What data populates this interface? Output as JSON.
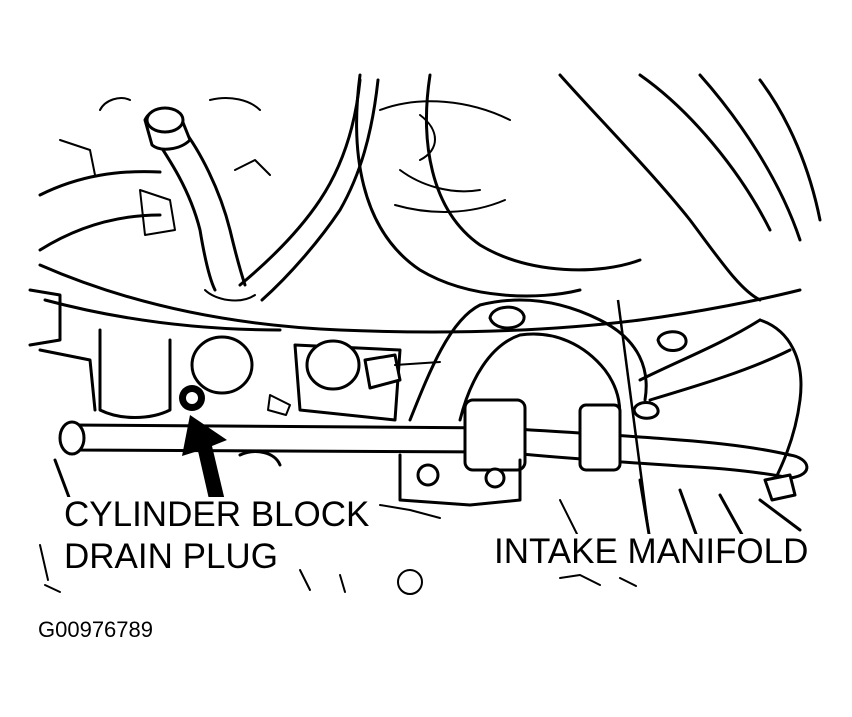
{
  "callouts": {
    "cylinder_block_line1": "CYLINDER BLOCK",
    "cylinder_block_line2": "DRAIN PLUG",
    "intake_manifold": "INTAKE MANIFOLD"
  },
  "figure_id": "G00976789"
}
